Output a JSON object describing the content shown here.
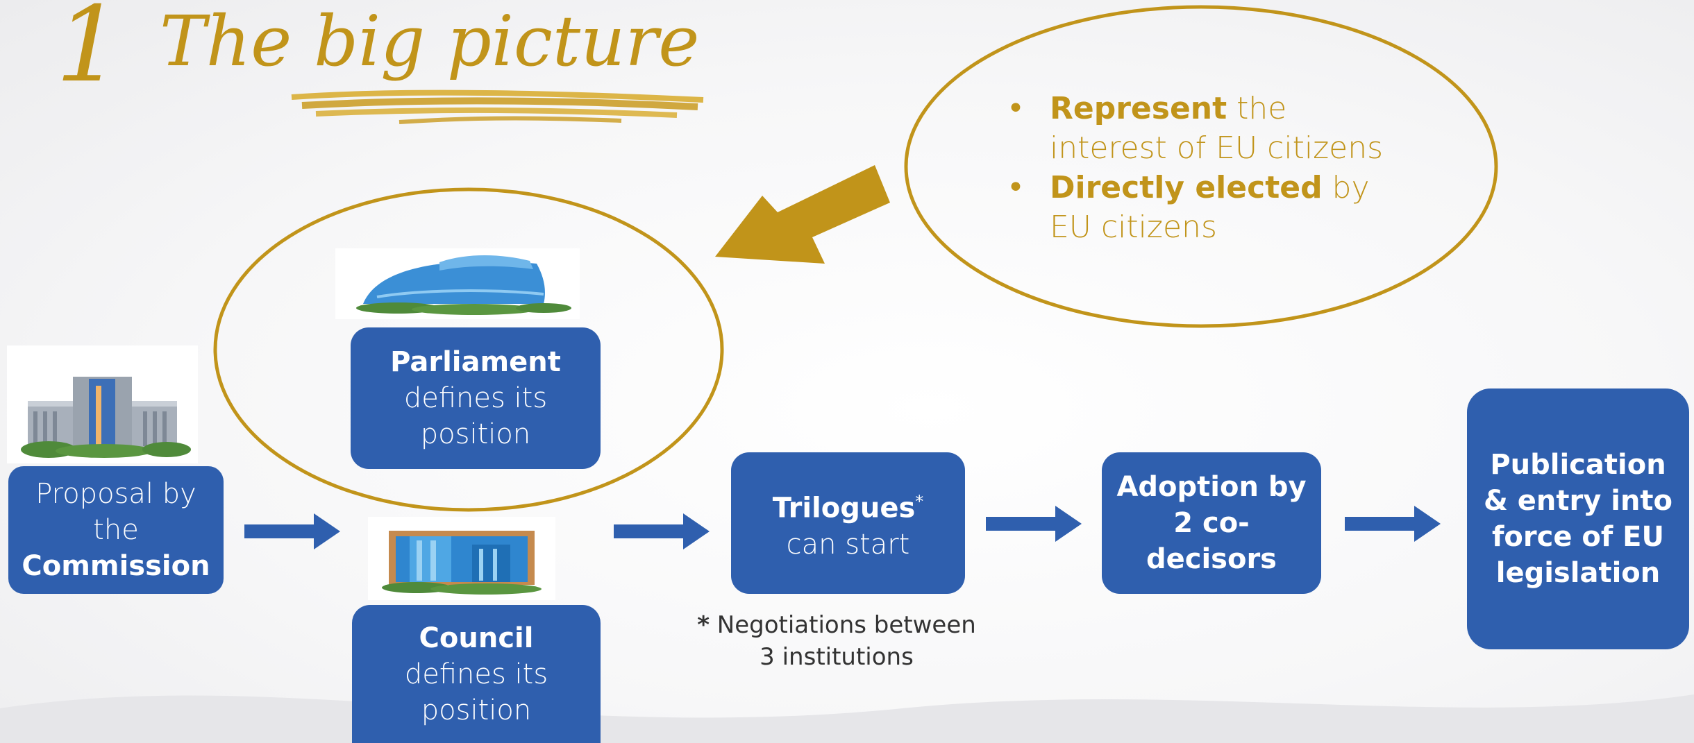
{
  "title": {
    "number": "1",
    "text": "The big picture"
  },
  "colors": {
    "accent": "#c1941a",
    "box": "#2f5fae",
    "arrow": "#2f5fae"
  },
  "callout": {
    "bullet_glyph": "•",
    "items": [
      {
        "bold": "Represent",
        "rest_line1": " the",
        "line2": "interest of EU citizens"
      },
      {
        "bold": "Directly elected",
        "rest_line1": " by",
        "line2": "EU citizens"
      }
    ]
  },
  "steps": {
    "commission": {
      "line1": "Proposal by",
      "line2": "the",
      "bold": "Commission",
      "icon": "commission-building-icon"
    },
    "parliament": {
      "bold": "Parliament",
      "line2": "defines its",
      "line3": "position",
      "icon": "parliament-building-icon"
    },
    "council": {
      "bold": "Council",
      "line2": "defines its",
      "line3": "position",
      "icon": "council-building-icon"
    },
    "trilogues": {
      "bold": "Trilogues",
      "sup": "*",
      "line2": "can start"
    },
    "adoption": {
      "line1": "Adoption by",
      "line2": "2 co-",
      "line3": "decisors"
    },
    "publication": {
      "line1": "Publication",
      "line2": "& entry into",
      "line3": "force of EU",
      "line4": "legislation"
    }
  },
  "footnote": {
    "star": "*",
    "line1": " Negotiations between",
    "line2": "3 institutions"
  }
}
